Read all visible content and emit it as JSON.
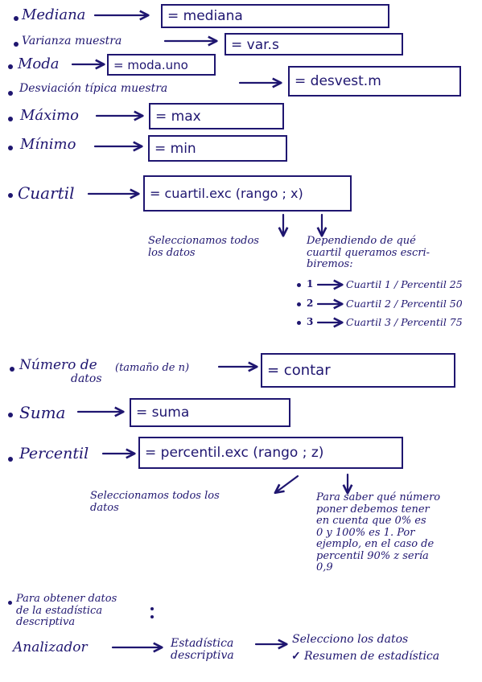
{
  "colors": {
    "ink": "#1f1670",
    "background": "#ffffff"
  },
  "rows": {
    "mediana": {
      "label": "Mediana",
      "formula": "= mediana"
    },
    "varianza": {
      "label": "Varianza muestra",
      "formula": "= var.s"
    },
    "moda": {
      "label": "Moda",
      "formula": "= moda.uno"
    },
    "desviacion": {
      "label": "Desviación típica muestra",
      "formula": "= desvest.m"
    },
    "maximo": {
      "label": "Máximo",
      "formula": "= max"
    },
    "minimo": {
      "label": "Mínimo",
      "formula": "= min"
    },
    "cuartil": {
      "label": "Cuartil",
      "formula": "= cuartil.exc (rango ; x)"
    },
    "numero": {
      "label_line1": "Número de",
      "label_line2": "datos",
      "note": "(tamaño de n)",
      "formula": "= contar"
    },
    "suma": {
      "label": "Suma",
      "formula": "= suma"
    },
    "percentil": {
      "label": "Percentil",
      "formula": "= percentil.exc (rango ; z)"
    }
  },
  "cuartil_notes": {
    "left_line1": "Seleccionamos todos",
    "left_line2": "los datos",
    "right_line1": "Dependiendo de qué",
    "right_line2": "cuartil queramos escri-",
    "right_line3": "biremos:",
    "options": [
      {
        "num": "1",
        "text": "Cuartil 1 / Percentil 25"
      },
      {
        "num": "2",
        "text": "Cuartil 2 / Percentil 50"
      },
      {
        "num": "3",
        "text": "Cuartil 3 / Percentil 75"
      }
    ]
  },
  "percentil_notes": {
    "left_line1": "Seleccionamos todos los",
    "left_line2": "datos",
    "right_line1": "Para saber qué número",
    "right_line2": "poner debemos tener",
    "right_line3": "en cuenta que 0% es",
    "right_line4": "0 y 100% es 1. Por",
    "right_line5": "ejemplo, en el caso de",
    "right_line6": "percentil 90% z sería",
    "right_line7": "0,9"
  },
  "footer": {
    "intro_line1": "Para obtener datos",
    "intro_line2": "de la estadística",
    "intro_line3": "descriptiva",
    "step1": "Analizador",
    "step2_line1": "Estadística",
    "step2_line2": "descriptiva",
    "step3": "Selecciono los datos",
    "step4": "Resumen de estadística",
    "check": "✓"
  }
}
